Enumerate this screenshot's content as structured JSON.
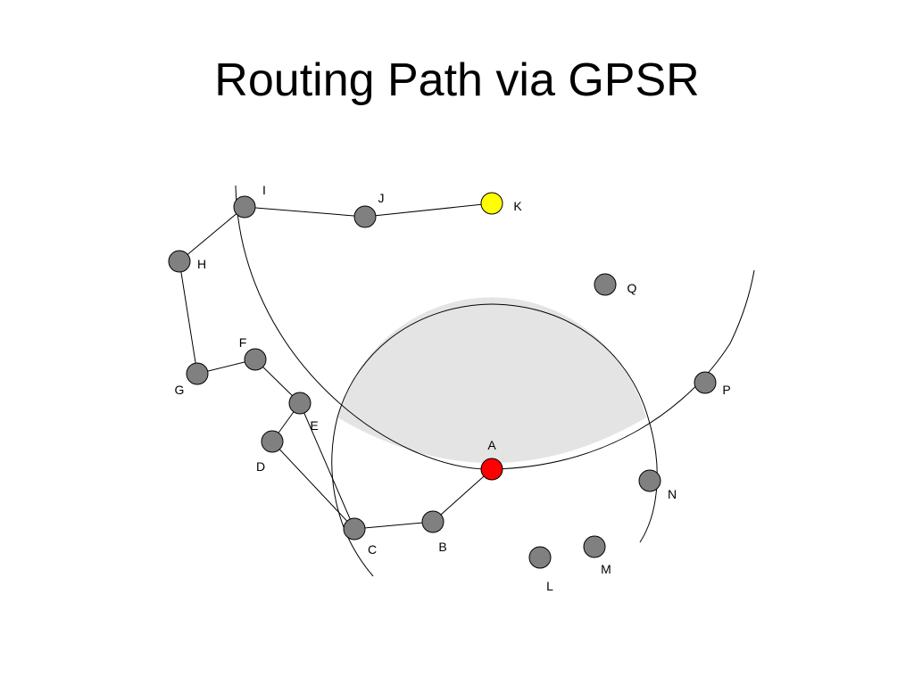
{
  "title": "Routing Path via GPSR",
  "colors": {
    "node": "#808080",
    "source": "#ff0000",
    "destination": "#ffff00",
    "shaded_region": "#e4e4e4",
    "stroke": "#000000"
  },
  "nodes": [
    {
      "id": "A",
      "label": "A",
      "role": "source"
    },
    {
      "id": "B",
      "label": "B",
      "role": "node"
    },
    {
      "id": "C",
      "label": "C",
      "role": "node"
    },
    {
      "id": "D",
      "label": "D",
      "role": "node"
    },
    {
      "id": "E",
      "label": "E",
      "role": "node"
    },
    {
      "id": "F",
      "label": "F",
      "role": "node"
    },
    {
      "id": "G",
      "label": "G",
      "role": "node"
    },
    {
      "id": "H",
      "label": "H",
      "role": "node"
    },
    {
      "id": "I",
      "label": "I",
      "role": "node"
    },
    {
      "id": "J",
      "label": "J",
      "role": "node"
    },
    {
      "id": "K",
      "label": "K",
      "role": "destination"
    },
    {
      "id": "L",
      "label": "L",
      "role": "node"
    },
    {
      "id": "M",
      "label": "M",
      "role": "node"
    },
    {
      "id": "N",
      "label": "N",
      "role": "node"
    },
    {
      "id": "P",
      "label": "P",
      "role": "node"
    },
    {
      "id": "Q",
      "label": "Q",
      "role": "node"
    }
  ],
  "path": [
    "A",
    "B",
    "C",
    "D",
    "E",
    "F",
    "G",
    "H",
    "I",
    "J",
    "K"
  ],
  "extra_edges": [
    [
      "C",
      "E"
    ]
  ]
}
